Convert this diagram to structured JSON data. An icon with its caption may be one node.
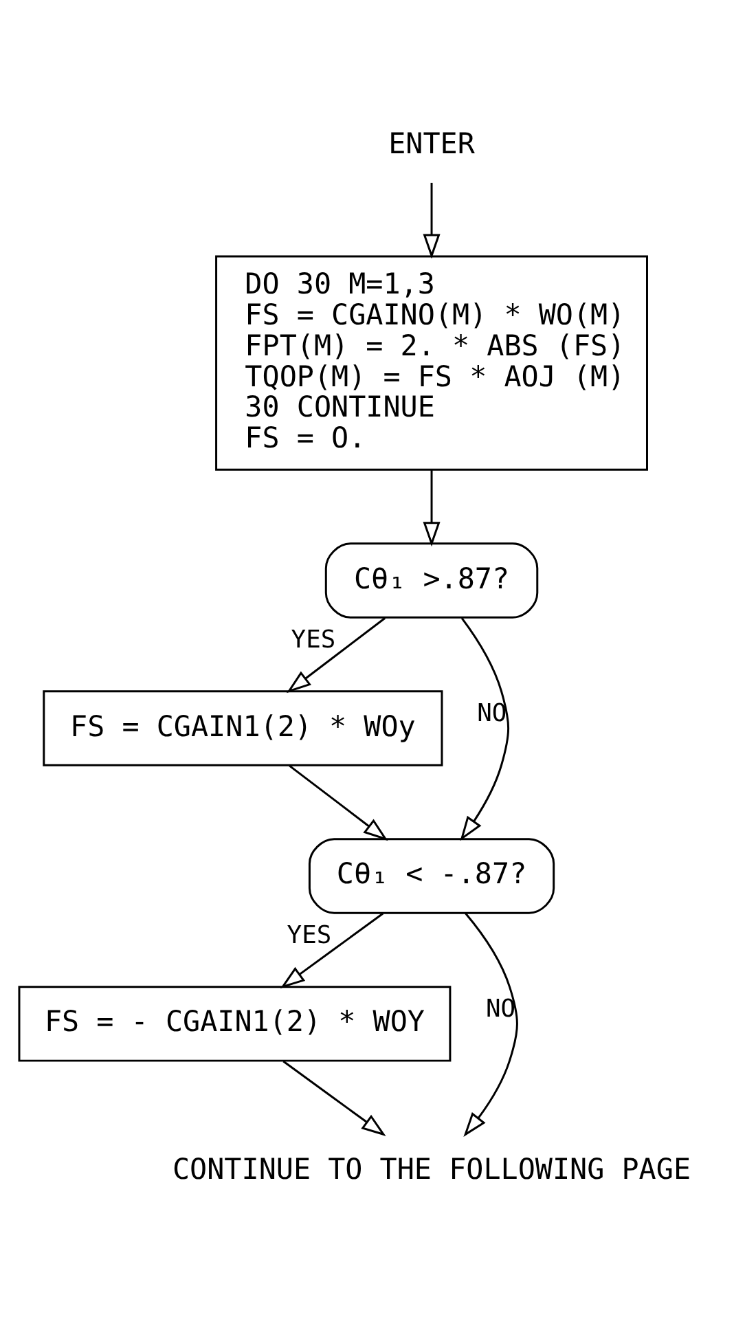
{
  "diagram": {
    "nodes": [
      {
        "text": [
          "ENTER"
        ]
      },
      {
        "text": [
          "DO 30 M=1,3",
          "FS = CGAINO(M) * WO(M)",
          "FPT(M) = 2. * ABS (FS)",
          "TQOP(M) = FS * AOJ (M)",
          "30 CONTINUE",
          "FS = O."
        ]
      },
      {
        "text": [
          "Cθ₁ >.87?"
        ]
      },
      {
        "text": [
          "FS = CGAIN1(2) * WOy"
        ]
      },
      {
        "text": [
          "Cθ₁ < -.87?"
        ]
      },
      {
        "text": [
          "FS = - CGAIN1(2) * WOY"
        ]
      },
      {
        "text": [
          "CONTINUE TO THE FOLLOWING PAGE"
        ]
      }
    ],
    "edges": [
      {
        "from": 0,
        "to": 1,
        "arrow": "to"
      },
      {
        "from": 1,
        "to": 2,
        "arrow": "to"
      },
      {
        "from": 2,
        "to": 3,
        "arrow": "to",
        "label": "YES"
      },
      {
        "from": 2,
        "to": 4,
        "arrow": "to",
        "label": "NO"
      },
      {
        "from": 3,
        "to": 4,
        "arrow": "to"
      },
      {
        "from": 4,
        "to": 5,
        "arrow": "to",
        "label": "YES"
      },
      {
        "from": 4,
        "to": 6,
        "arrow": "to",
        "label": "NO"
      },
      {
        "from": 5,
        "to": 6,
        "arrow": "to"
      }
    ]
  }
}
